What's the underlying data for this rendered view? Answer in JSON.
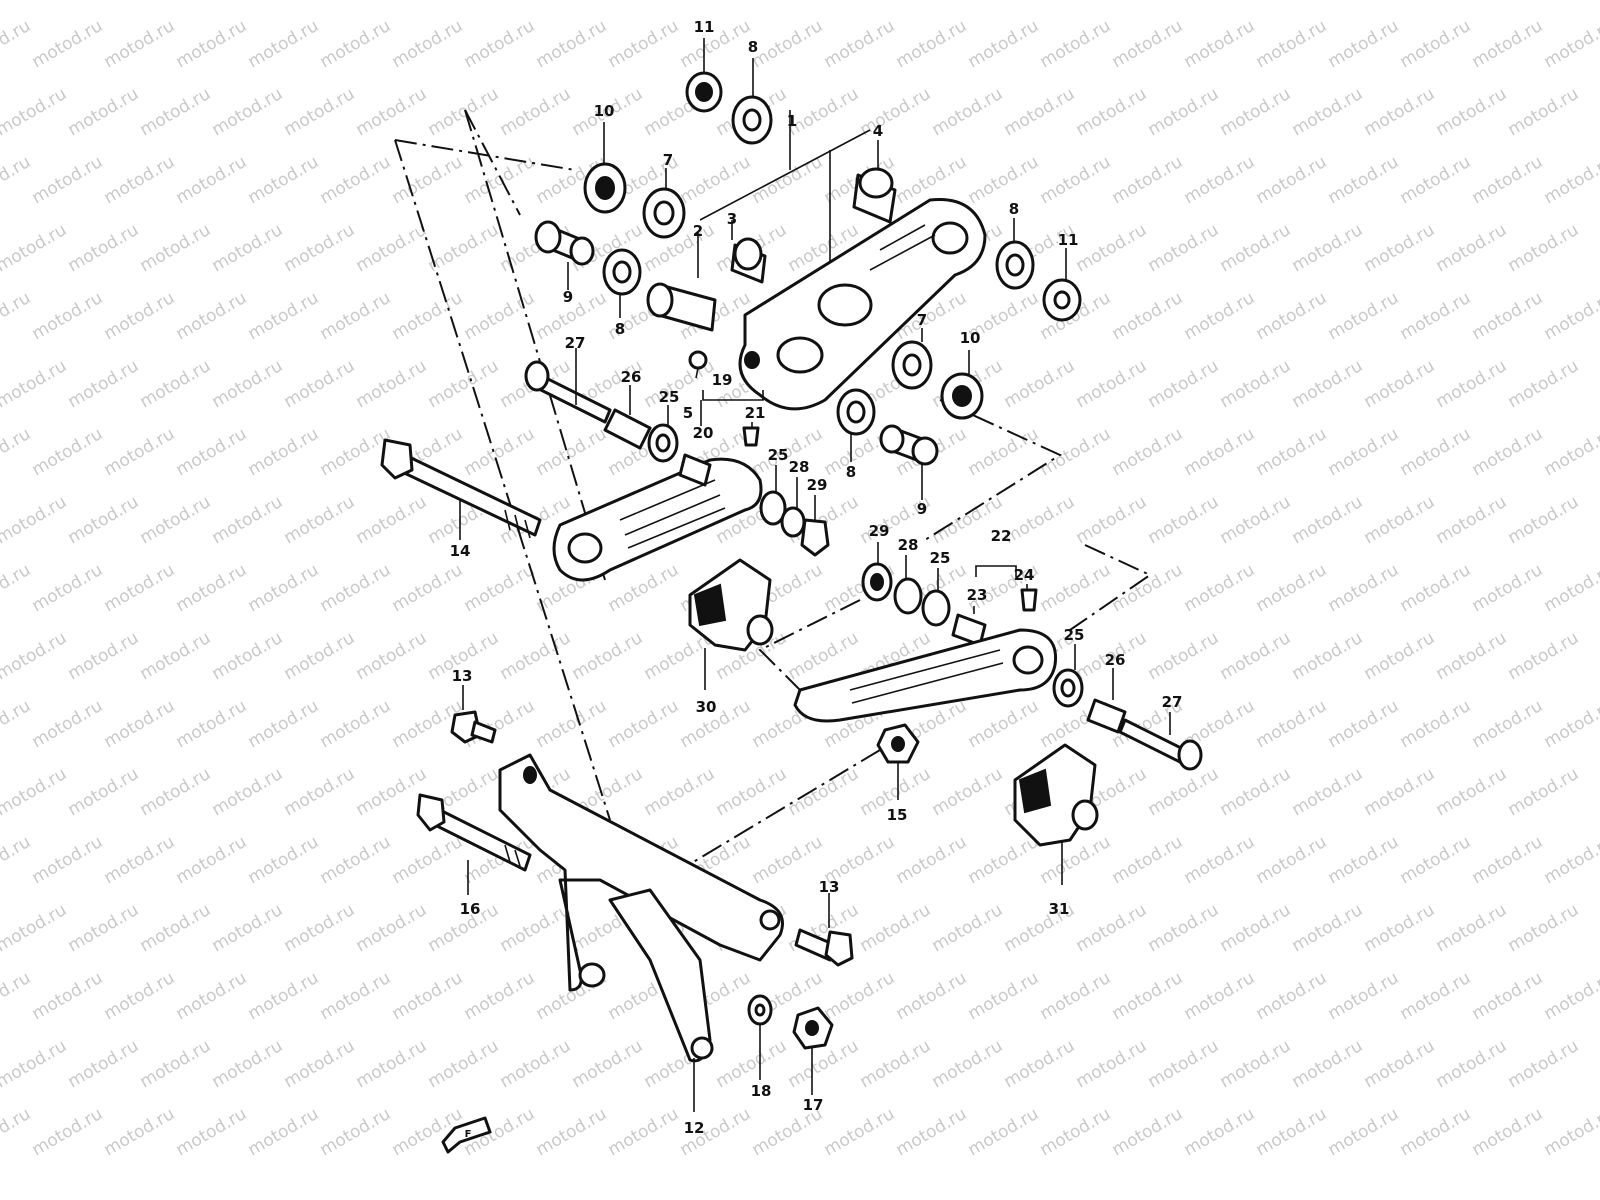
{
  "watermark": "motod.ru",
  "parts": [
    {
      "id": "p11a",
      "text": "11"
    },
    {
      "id": "p8a",
      "text": "8"
    },
    {
      "id": "p10a",
      "text": "10"
    },
    {
      "id": "p7a",
      "text": "7"
    },
    {
      "id": "p1",
      "text": "1"
    },
    {
      "id": "p4",
      "text": "4"
    },
    {
      "id": "p3",
      "text": "3"
    },
    {
      "id": "p2",
      "text": "2"
    },
    {
      "id": "p9a",
      "text": "9"
    },
    {
      "id": "p8b",
      "text": "8"
    },
    {
      "id": "p8c",
      "text": "8"
    },
    {
      "id": "p11b",
      "text": "11"
    },
    {
      "id": "p7b",
      "text": "7"
    },
    {
      "id": "p10b",
      "text": "10"
    },
    {
      "id": "p8d",
      "text": "8"
    },
    {
      "id": "p9b",
      "text": "9"
    },
    {
      "id": "p27a",
      "text": "27"
    },
    {
      "id": "p26a",
      "text": "26"
    },
    {
      "id": "p25a",
      "text": "25"
    },
    {
      "id": "p19",
      "text": "19"
    },
    {
      "id": "p5",
      "text": "5"
    },
    {
      "id": "p21",
      "text": "21"
    },
    {
      "id": "p20",
      "text": "20"
    },
    {
      "id": "p25b",
      "text": "25"
    },
    {
      "id": "p28a",
      "text": "28"
    },
    {
      "id": "p29a",
      "text": "29"
    },
    {
      "id": "p14",
      "text": "14"
    },
    {
      "id": "p30",
      "text": "30"
    },
    {
      "id": "p29b",
      "text": "29"
    },
    {
      "id": "p28b",
      "text": "28"
    },
    {
      "id": "p25c",
      "text": "25"
    },
    {
      "id": "p22",
      "text": "22"
    },
    {
      "id": "p23",
      "text": "23"
    },
    {
      "id": "p24",
      "text": "24"
    },
    {
      "id": "p25d",
      "text": "25"
    },
    {
      "id": "p26b",
      "text": "26"
    },
    {
      "id": "p27b",
      "text": "27"
    },
    {
      "id": "p13a",
      "text": "13"
    },
    {
      "id": "p15",
      "text": "15"
    },
    {
      "id": "p31",
      "text": "31"
    },
    {
      "id": "p16",
      "text": "16"
    },
    {
      "id": "p13b",
      "text": "13"
    },
    {
      "id": "p18",
      "text": "18"
    },
    {
      "id": "p17",
      "text": "17"
    },
    {
      "id": "p12",
      "text": "12"
    }
  ],
  "front_marker": "F"
}
